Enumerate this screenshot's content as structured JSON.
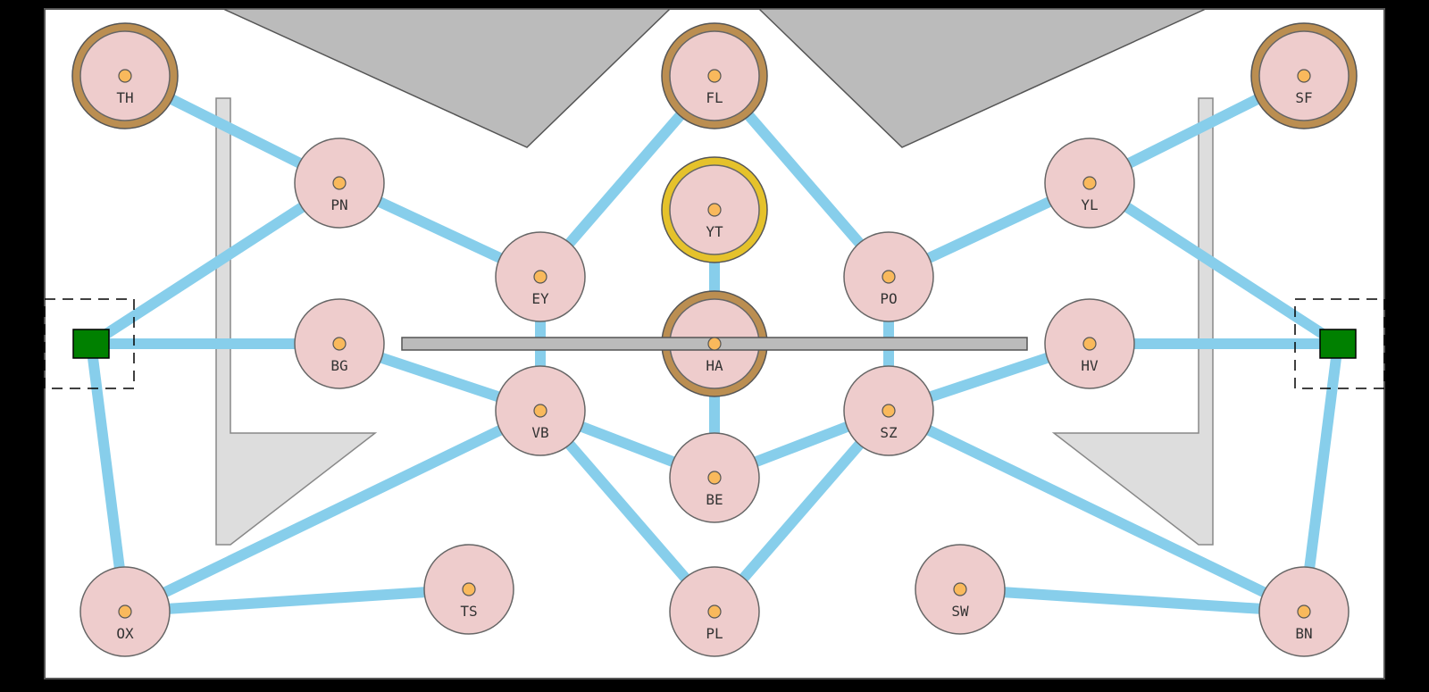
{
  "colors": {
    "background": "#000000",
    "board": "#ffffff",
    "board_border": "#555555",
    "edge": "#87ceeb",
    "node_fill": "#eecccc",
    "node_stroke": "#666666",
    "ring_bronze": "#bb8e51",
    "ring_gold": "#e5c22b",
    "center_dot": "#f9b95c",
    "dark_wedge": "#bbbbbb",
    "light_wall": "#dddddd",
    "spawn": "#008000",
    "bar": "#bbbbbb"
  },
  "icons": {
    "spawn": "green-square-icon",
    "node_center": "orange-dot-icon"
  },
  "nodes": [
    {
      "id": "TH",
      "label": "TH",
      "ring": "bronze"
    },
    {
      "id": "FL",
      "label": "FL",
      "ring": "bronze"
    },
    {
      "id": "SF",
      "label": "SF",
      "ring": "bronze"
    },
    {
      "id": "PN",
      "label": "PN",
      "ring": "none"
    },
    {
      "id": "YL",
      "label": "YL",
      "ring": "none"
    },
    {
      "id": "YT",
      "label": "YT",
      "ring": "gold"
    },
    {
      "id": "EY",
      "label": "EY",
      "ring": "none"
    },
    {
      "id": "PO",
      "label": "PO",
      "ring": "none"
    },
    {
      "id": "BG",
      "label": "BG",
      "ring": "none"
    },
    {
      "id": "HA",
      "label": "HA",
      "ring": "bronze"
    },
    {
      "id": "HV",
      "label": "HV",
      "ring": "none"
    },
    {
      "id": "VB",
      "label": "VB",
      "ring": "none"
    },
    {
      "id": "SZ",
      "label": "SZ",
      "ring": "none"
    },
    {
      "id": "BE",
      "label": "BE",
      "ring": "none"
    },
    {
      "id": "OX",
      "label": "OX",
      "ring": "none"
    },
    {
      "id": "TS",
      "label": "TS",
      "ring": "none"
    },
    {
      "id": "PL",
      "label": "PL",
      "ring": "none"
    },
    {
      "id": "SW",
      "label": "SW",
      "ring": "none"
    },
    {
      "id": "BN",
      "label": "BN",
      "ring": "none"
    }
  ],
  "spawns": [
    {
      "id": "L"
    },
    {
      "id": "R"
    }
  ],
  "edges": [
    [
      "TH",
      "PN"
    ],
    [
      "PN",
      "EY"
    ],
    [
      "PN",
      "L"
    ],
    [
      "L",
      "BG"
    ],
    [
      "L",
      "OX"
    ],
    [
      "BG",
      "VB"
    ],
    [
      "EY",
      "VB"
    ],
    [
      "EY",
      "FL"
    ],
    [
      "FL",
      "PO"
    ],
    [
      "YT",
      "HA"
    ],
    [
      "HA",
      "BE"
    ],
    [
      "PO",
      "SZ"
    ],
    [
      "PO",
      "YL"
    ],
    [
      "YL",
      "SF"
    ],
    [
      "YL",
      "R"
    ],
    [
      "HV",
      "R"
    ],
    [
      "R",
      "BN"
    ],
    [
      "HV",
      "SZ"
    ],
    [
      "VB",
      "BE"
    ],
    [
      "BE",
      "SZ"
    ],
    [
      "VB",
      "OX"
    ],
    [
      "OX",
      "TS"
    ],
    [
      "VB",
      "PL"
    ],
    [
      "PL",
      "SZ"
    ],
    [
      "SZ",
      "BN"
    ],
    [
      "SW",
      "BN"
    ]
  ]
}
